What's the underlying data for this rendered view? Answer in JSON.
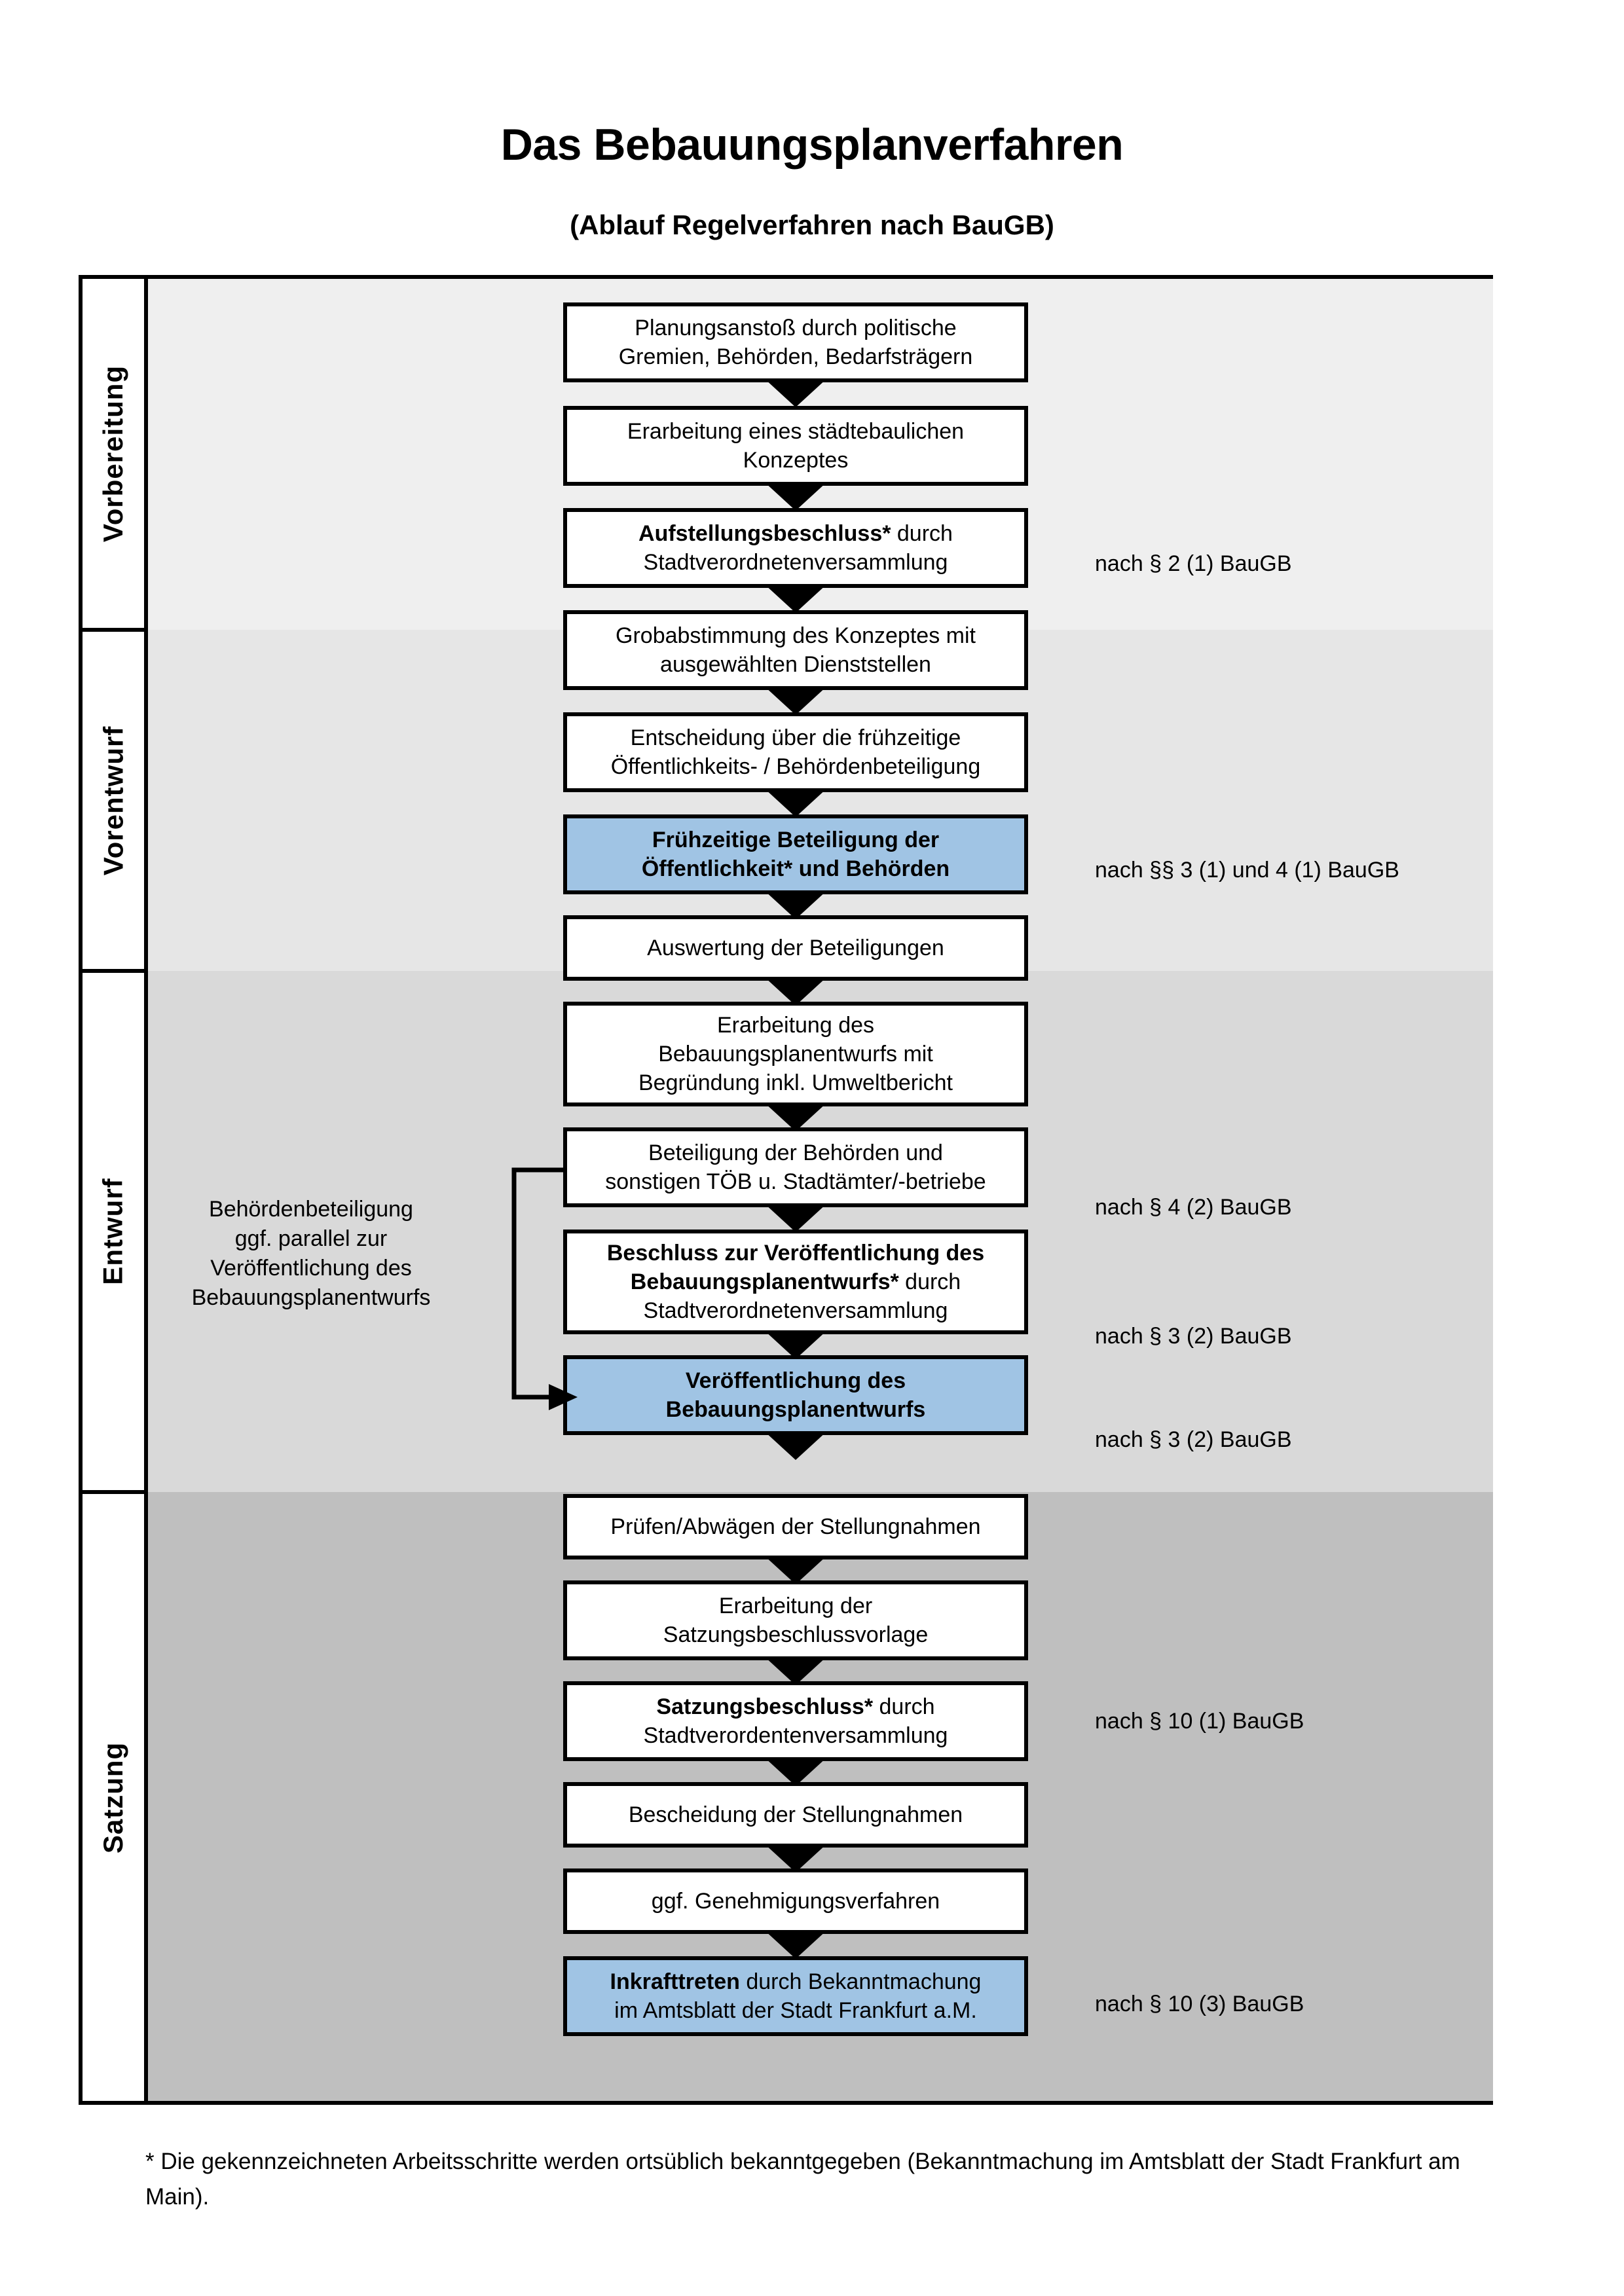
{
  "title": "Das Bebauungsplanverfahren",
  "subtitle": "(Ablauf Regelverfahren nach BauGB)",
  "phases": [
    {
      "label": "Vorbereitung",
      "bg": "#EFEFEF"
    },
    {
      "label": "Vorentwurf",
      "bg": "#E6E6E6"
    },
    {
      "label": "Entwurf",
      "bg": "#D9D9D9"
    },
    {
      "label": "Satzung",
      "bg": "#BFBFBF"
    }
  ],
  "nodes": [
    {
      "id": "planungsanstoss",
      "line1": "Planungsanstoß durch politische",
      "line2": "Gremien, Behörden, Bedarfsträgern",
      "bold": "",
      "highlight": false
    },
    {
      "id": "konzept",
      "line1": "Erarbeitung eines städtebaulichen",
      "line2": "Konzeptes",
      "bold": "",
      "highlight": false
    },
    {
      "id": "aufstellungsbeschluss",
      "bold": "Aufstellungsbeschluss*",
      "line1": " durch",
      "line2": "Stadtverordnetenversammlung",
      "highlight": false
    },
    {
      "id": "grobabstimmung",
      "line1": "Grobabstimmung des Konzeptes mit",
      "line2": "ausgewählten Dienststellen",
      "bold": "",
      "highlight": false
    },
    {
      "id": "entscheidung",
      "line1": "Entscheidung über die frühzeitige",
      "line2": "Öffentlichkeits- / Behördenbeteiligung",
      "bold": "",
      "highlight": false
    },
    {
      "id": "fruehzeitige-beteiligung",
      "boldline1": "Frühzeitige Beteiligung der",
      "boldline2": "Öffentlichkeit* und Behörden",
      "highlight": true
    },
    {
      "id": "auswertung",
      "line1": "Auswertung der Beteiligungen",
      "bold": "",
      "highlight": false
    },
    {
      "id": "erarbeitung-entwurf",
      "line1": "Erarbeitung des",
      "line2": "Bebauungsplanentwurfs mit",
      "line3": "Begründung inkl. Umweltbericht",
      "bold": "",
      "highlight": false
    },
    {
      "id": "beteiligung-behoerden",
      "line1": "Beteiligung der Behörden und",
      "line2": "sonstigen TÖB u. Stadtämter/-betriebe",
      "bold": "",
      "highlight": false
    },
    {
      "id": "beschluss-veroeffentlichung",
      "boldline1": "Beschluss zur Veröffentlichung des",
      "boldline2": "Bebauungsplanentwurfs*",
      "line2tail": " durch",
      "line3": "Stadtverordnetenversammlung",
      "highlight": false
    },
    {
      "id": "veroeffentlichung",
      "boldline1": "Veröffentlichung des",
      "boldline2": "Bebauungsplanentwurfs",
      "highlight": true
    },
    {
      "id": "pruefen-abwaegen",
      "line1": "Prüfen/Abwägen der Stellungnahmen",
      "bold": "",
      "highlight": false
    },
    {
      "id": "satzungsbeschlussvorlage",
      "line1": "Erarbeitung der",
      "line2": "Satzungsbeschlussvorlage",
      "bold": "",
      "highlight": false
    },
    {
      "id": "satzungsbeschluss",
      "bold": "Satzungsbeschluss*",
      "line1": " durch",
      "line2": "Stadtverordentenversammlung",
      "highlight": false
    },
    {
      "id": "bescheidung",
      "line1": "Bescheidung der Stellungnahmen",
      "bold": "",
      "highlight": false
    },
    {
      "id": "genehmigungsverfahren",
      "line1": "ggf. Genehmigungsverfahren",
      "bold": "",
      "highlight": false
    },
    {
      "id": "inkrafttreten",
      "bold": "Inkrafttreten",
      "line1": " durch Bekanntmachung",
      "line2": "im Amtsblatt der Stadt Frankfurt a.M.",
      "highlight": true
    }
  ],
  "legal_refs": [
    {
      "id": "ref-2-1",
      "text": "nach § 2 (1) BauGB"
    },
    {
      "id": "ref-3-1-4-1",
      "text": "nach §§ 3 (1) und 4 (1) BauGB"
    },
    {
      "id": "ref-4-2",
      "text": "nach § 4 (2) BauGB"
    },
    {
      "id": "ref-3-2a",
      "text": "nach § 3 (2) BauGB"
    },
    {
      "id": "ref-3-2b",
      "text": "nach § 3 (2) BauGB"
    },
    {
      "id": "ref-10-1",
      "text": "nach § 10 (1) BauGB"
    },
    {
      "id": "ref-10-3",
      "text": "nach § 10 (3) BauGB"
    }
  ],
  "side_note": {
    "line1": "Behördenbeteiligung",
    "line2": "ggf. parallel zur",
    "line3": "Veröffentlichung des",
    "line4": "Bebauungsplanentwurfs"
  },
  "footnote": "* Die gekennzeichneten Arbeitsschritte werden ortsüblich bekanntgegeben (Bekanntmachung im Amtsblatt  der Stadt Frankfurt am Main).",
  "colors": {
    "highlight_blue": "#A0C4E4",
    "band_1": "#EFEFEF",
    "band_2": "#E6E6E6",
    "band_3": "#D9D9D9",
    "band_4": "#BFBFBF",
    "stroke": "#000000"
  }
}
